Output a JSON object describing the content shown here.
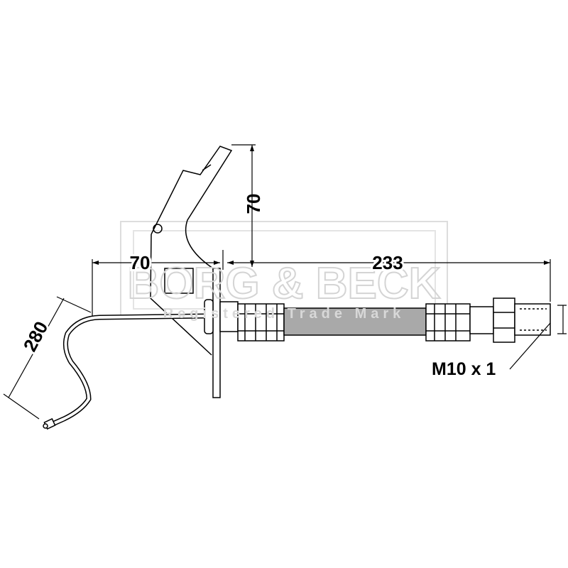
{
  "dimensions": {
    "bracket_height": "70",
    "bracket_offset": "70",
    "hose_length": "233",
    "pipe_length": "280",
    "thread": "M10 x 1"
  },
  "watermark": {
    "brand": "BORG & BECK",
    "subtitle": "Registered Trade Mark"
  },
  "colors": {
    "line": "#000000",
    "hose_fill": "#a9a9a9",
    "watermark": "#d8d8d8"
  }
}
